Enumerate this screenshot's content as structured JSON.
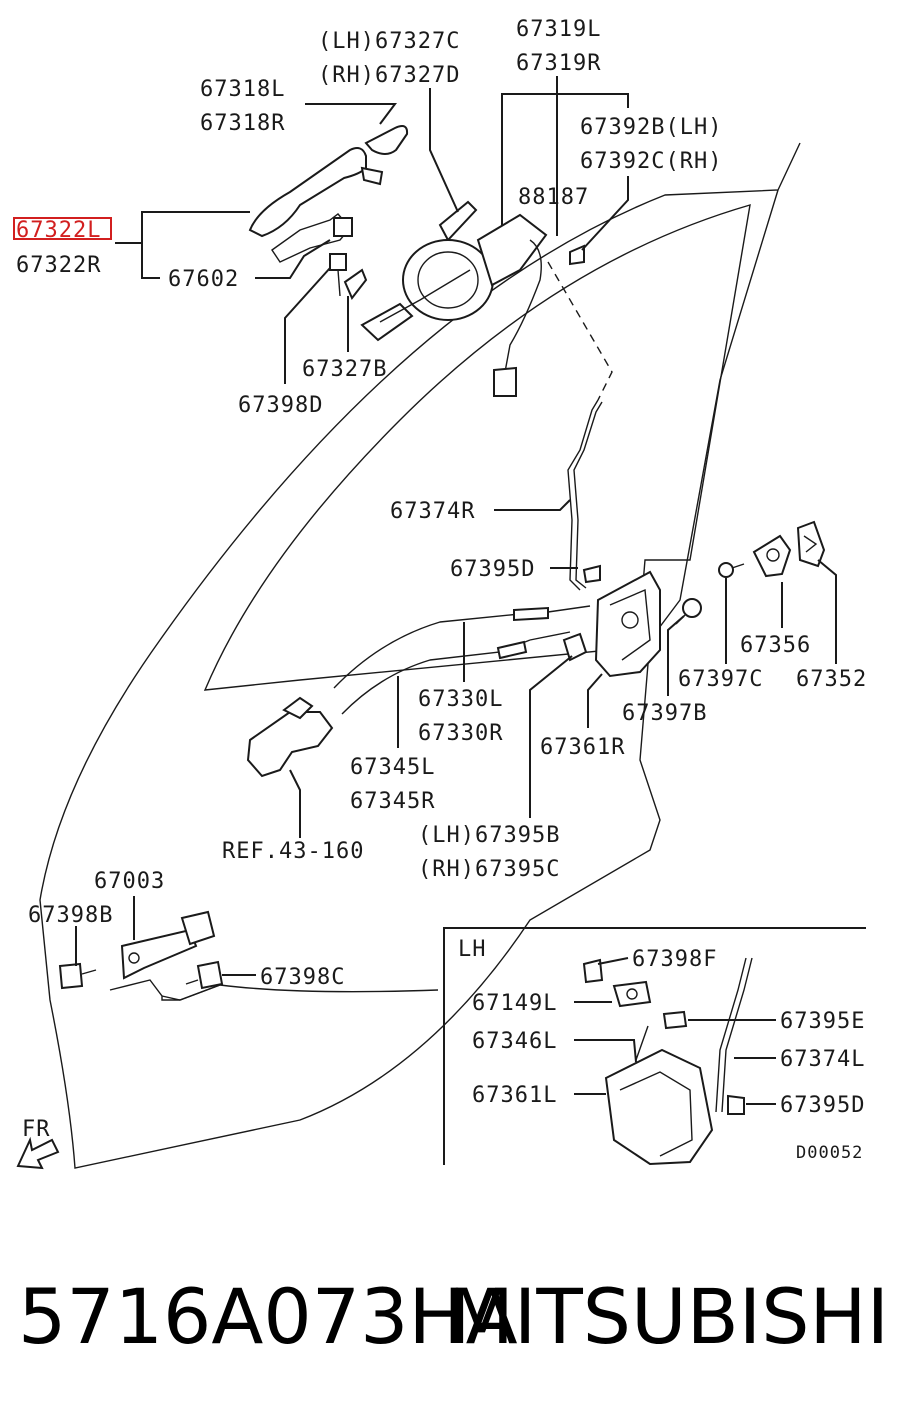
{
  "colors": {
    "line": "#1a1a1a",
    "highlight": "#d21f1f",
    "background": "#ffffff"
  },
  "highlighted_part": "67322L",
  "callouts": {
    "c67327C": "(LH)67327C",
    "c67327D": "(RH)67327D",
    "c67319L": "67319L",
    "c67319R": "67319R",
    "c67318L": "67318L",
    "c67318R": "67318R",
    "c67392B": "67392B(LH)",
    "c67392C": "67392C(RH)",
    "c88187": "88187",
    "c67322L": "67322L",
    "c67322R": "67322R",
    "c67602": "67602",
    "c67327B": "67327B",
    "c67398D": "67398D",
    "c67374R": "67374R",
    "c67395D": "67395D",
    "c67356": "67356",
    "c67352": "67352",
    "c67397C": "67397C",
    "c67397B": "67397B",
    "c67330L": "67330L",
    "c67330R": "67330R",
    "c67361R": "67361R",
    "c67345L": "67345L",
    "c67345R": "67345R",
    "cRef": "REF.43-160",
    "c67395B": "(LH)67395B",
    "c67395C": "(RH)67395C",
    "c67003": "67003",
    "c67398B": "67398B",
    "c67398C": "67398C"
  },
  "inset": {
    "title": "LH",
    "c67398F": "67398F",
    "c67149L": "67149L",
    "c67395E": "67395E",
    "c67346L": "67346L",
    "c67374L": "67374L",
    "c67361L": "67361L",
    "c67395D": "67395D",
    "code": "D00052"
  },
  "front_marker": "FR",
  "footer": {
    "part_number": "5716A073HA",
    "brand": "MITSUBISHI"
  }
}
